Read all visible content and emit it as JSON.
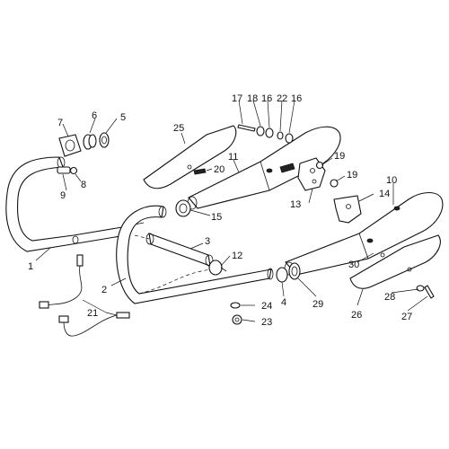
{
  "callouts": [
    {
      "id": "1",
      "label": "1"
    },
    {
      "id": "2",
      "label": "2"
    },
    {
      "id": "3",
      "label": "3"
    },
    {
      "id": "4",
      "label": "4"
    },
    {
      "id": "5",
      "label": "5"
    },
    {
      "id": "6",
      "label": "6"
    },
    {
      "id": "7",
      "label": "7"
    },
    {
      "id": "8",
      "label": "8"
    },
    {
      "id": "9",
      "label": "9"
    },
    {
      "id": "10",
      "label": "10"
    },
    {
      "id": "11",
      "label": "11"
    },
    {
      "id": "12",
      "label": "12"
    },
    {
      "id": "13",
      "label": "13"
    },
    {
      "id": "14",
      "label": "14"
    },
    {
      "id": "15",
      "label": "15"
    },
    {
      "id": "16a",
      "label": "16"
    },
    {
      "id": "16b",
      "label": "16"
    },
    {
      "id": "17",
      "label": "17"
    },
    {
      "id": "18",
      "label": "18"
    },
    {
      "id": "19a",
      "label": "19"
    },
    {
      "id": "19b",
      "label": "19"
    },
    {
      "id": "20",
      "label": "20"
    },
    {
      "id": "21",
      "label": "21"
    },
    {
      "id": "22",
      "label": "22"
    },
    {
      "id": "23",
      "label": "23"
    },
    {
      "id": "24",
      "label": "24"
    },
    {
      "id": "25",
      "label": "25"
    },
    {
      "id": "26",
      "label": "26"
    },
    {
      "id": "27",
      "label": "27"
    },
    {
      "id": "28",
      "label": "28"
    },
    {
      "id": "29",
      "label": "29"
    },
    {
      "id": "30",
      "label": "30"
    }
  ]
}
